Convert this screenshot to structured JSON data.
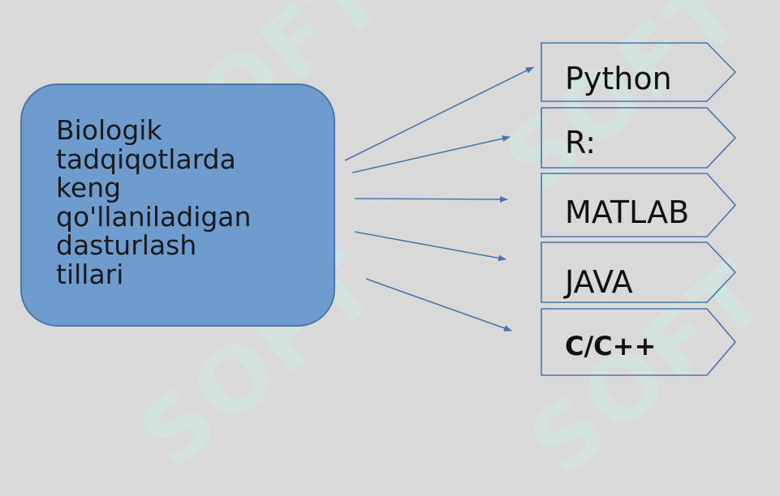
{
  "watermark": {
    "text": "SOFT"
  },
  "source": {
    "text": "Biologik\ntadqiqotlarda\nkeng\nqo'llaniladigan\ndasturlash\ntillari"
  },
  "targets": [
    {
      "label": "Python"
    },
    {
      "label": "R:"
    },
    {
      "label": "MATLAB"
    },
    {
      "label": "JAVA"
    },
    {
      "label": "C/C++"
    }
  ],
  "colors": {
    "background": "#d9d9d9",
    "source_fill": "#6f9ccf",
    "source_border": "#4a76ab",
    "tag_border": "#4a76ab",
    "arrow": "#4a76ab"
  }
}
